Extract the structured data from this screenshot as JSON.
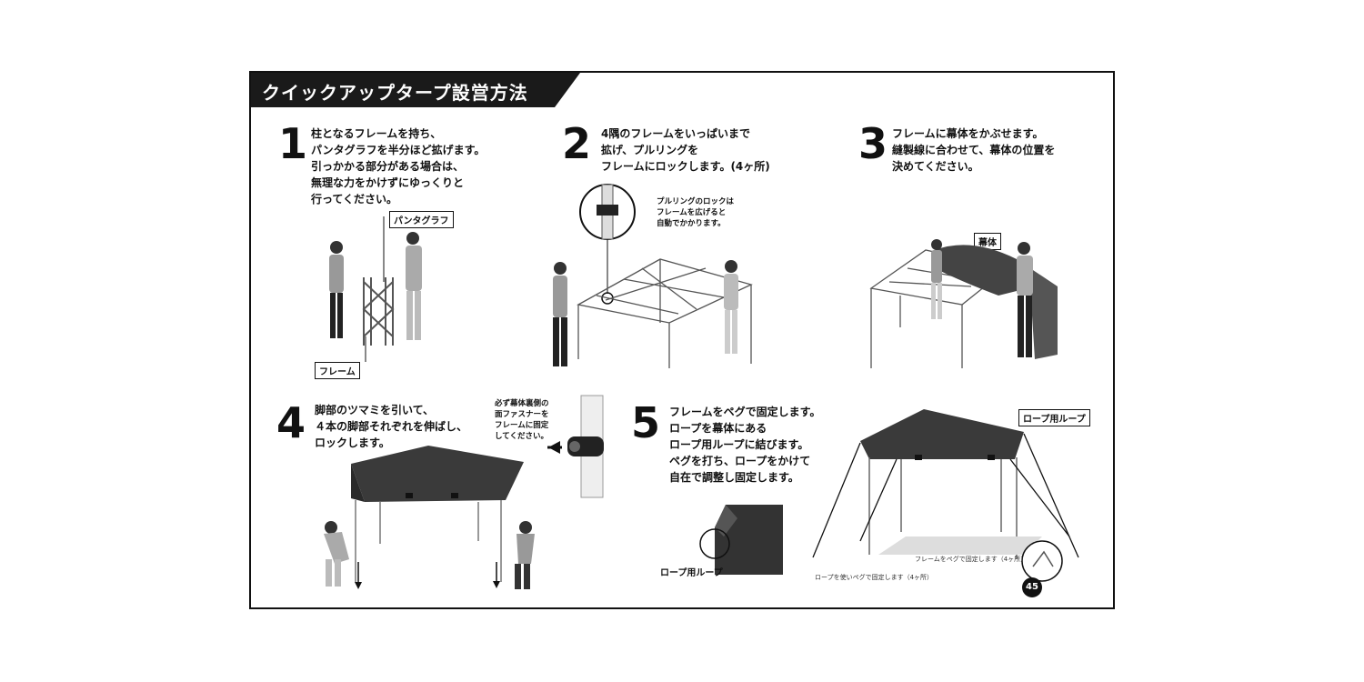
{
  "title": "クイックアップタープ設営方法",
  "steps": [
    {
      "num": "1",
      "text": "柱となるフレームを持ち、\nパンタグラフを半分ほど拡げます。\n引っかかる部分がある場合は、\n無理な力をかけずにゆっくりと\n行ってください。"
    },
    {
      "num": "2",
      "text": "4隅のフレームをいっぱいまで\n拡げ、プルリングを\nフレームにロックします。(4ヶ所)"
    },
    {
      "num": "3",
      "text": "フレームに幕体をかぶせます。\n縫製線に合わせて、幕体の位置を\n決めてください。"
    },
    {
      "num": "4",
      "text": "脚部のツマミを引いて、\n４本の脚部それぞれを伸ばし、\nロックします。"
    },
    {
      "num": "5",
      "text": "フレームをペグで固定します。\nロープを幕体にある\nロープ用ループに結びます。\nペグを打ち、ロープをかけて\n自在で調整し固定します。"
    }
  ],
  "labels": {
    "pantograph": "パンタグラフ",
    "frame": "フレーム",
    "canopy": "幕体",
    "rope_loop": "ロープ用ループ",
    "rope_loop_detail": "ロープ用ループ"
  },
  "notes": {
    "pull_ring": "プルリングのロックは\nフレームを広げると\n自動でかかります。",
    "fastener": "必ず幕体裏側の\n面ファスナーを\nフレームに固定\nしてください。",
    "frame_peg": "フレームをペグで固定します（4ヶ所）",
    "rope_peg": "ロープを使いペグで固定します（4ヶ所）"
  },
  "page_number": "45"
}
